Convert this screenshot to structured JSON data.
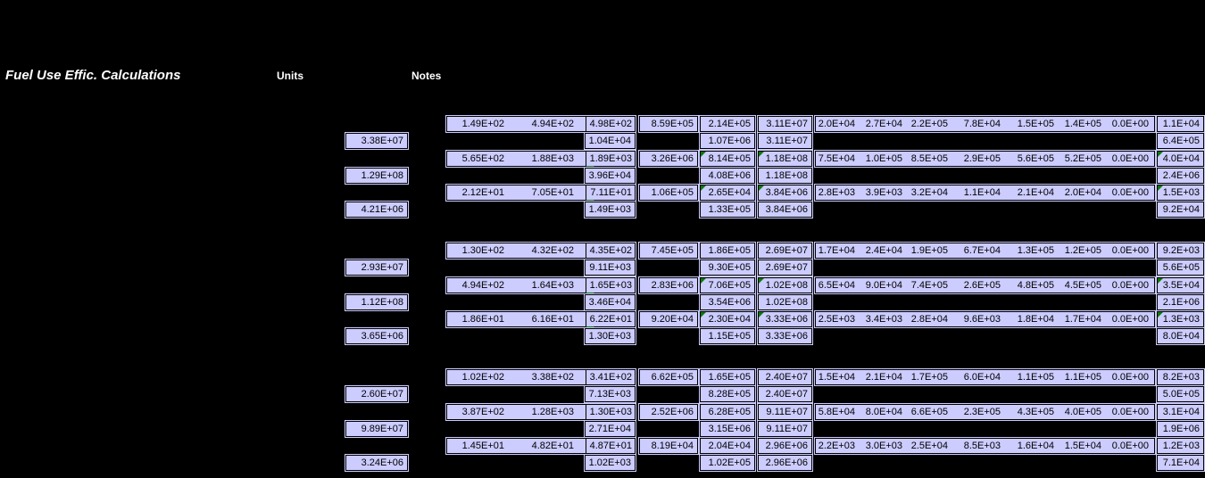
{
  "header": {
    "title": "Fuel Use Effic. Calculations",
    "units_label": "Units",
    "notes_label": "Notes"
  },
  "colors": {
    "background": "#000000",
    "cell_fill": "#ccccff",
    "cell_text": "#000000",
    "error_triangle": "#0a7a0a"
  },
  "groups": [
    {
      "rows": [
        {
          "kind": "full",
          "c": "1.49E+02",
          "d": "4.94E+02",
          "e": "4.98E+02",
          "f": "8.59E+05",
          "g": "2.14E+05",
          "h": "3.11E+07",
          "spread": [
            "2.0E+04",
            "2.7E+04",
            "2.2E+05",
            "7.8E+04",
            "1.5E+05",
            "1.4E+05",
            "0.0E+00"
          ],
          "p": "1.1E+04",
          "flags": []
        },
        {
          "kind": "partial",
          "b": "3.38E+07",
          "e": "1.04E+04",
          "g": "1.07E+06",
          "h": "3.11E+07",
          "p": "6.4E+05"
        },
        {
          "kind": "full",
          "c": "5.65E+02",
          "d": "1.88E+03",
          "e": "1.89E+03",
          "f": "3.26E+06",
          "g": "8.14E+05",
          "h": "1.18E+08",
          "spread": [
            "7.5E+04",
            "1.0E+05",
            "8.5E+05",
            "2.9E+05",
            "5.6E+05",
            "5.2E+05",
            "0.0E+00"
          ],
          "p": "4.0E+04",
          "flags": [
            "e",
            "g",
            "h",
            "p"
          ]
        },
        {
          "kind": "partial",
          "b": "1.29E+08",
          "e": "3.96E+04",
          "g": "4.08E+06",
          "h": "1.18E+08",
          "p": "2.4E+06"
        },
        {
          "kind": "full",
          "c": "2.12E+01",
          "d": "7.05E+01",
          "e": "7.11E+01",
          "f": "1.06E+05",
          "g": "2.65E+04",
          "h": "3.84E+06",
          "spread": [
            "2.8E+03",
            "3.9E+03",
            "3.2E+04",
            "1.1E+04",
            "2.1E+04",
            "2.0E+04",
            "0.0E+00"
          ],
          "p": "1.5E+03",
          "flags": [
            "e",
            "g",
            "h",
            "p"
          ]
        },
        {
          "kind": "partial",
          "b": "4.21E+06",
          "e": "1.49E+03",
          "g": "1.33E+05",
          "h": "3.84E+06",
          "p": "9.2E+04"
        }
      ]
    },
    {
      "rows": [
        {
          "kind": "full",
          "c": "1.30E+02",
          "d": "4.32E+02",
          "e": "4.35E+02",
          "f": "7.45E+05",
          "g": "1.86E+05",
          "h": "2.69E+07",
          "spread": [
            "1.7E+04",
            "2.4E+04",
            "1.9E+05",
            "6.7E+04",
            "1.3E+05",
            "1.2E+05",
            "0.0E+00"
          ],
          "p": "9.2E+03",
          "flags": []
        },
        {
          "kind": "partial",
          "b": "2.93E+07",
          "e": "9.11E+03",
          "g": "9.30E+05",
          "h": "2.69E+07",
          "p": "5.6E+05"
        },
        {
          "kind": "full",
          "c": "4.94E+02",
          "d": "1.64E+03",
          "e": "1.65E+03",
          "f": "2.83E+06",
          "g": "7.06E+05",
          "h": "1.02E+08",
          "spread": [
            "6.5E+04",
            "9.0E+04",
            "7.4E+05",
            "2.6E+05",
            "4.8E+05",
            "4.5E+05",
            "0.0E+00"
          ],
          "p": "3.5E+04",
          "flags": [
            "e",
            "g",
            "h",
            "p"
          ]
        },
        {
          "kind": "partial",
          "b": "1.12E+08",
          "e": "3.46E+04",
          "g": "3.54E+06",
          "h": "1.02E+08",
          "p": "2.1E+06"
        },
        {
          "kind": "full",
          "c": "1.86E+01",
          "d": "6.16E+01",
          "e": "6.22E+01",
          "f": "9.20E+04",
          "g": "2.30E+04",
          "h": "3.33E+06",
          "spread": [
            "2.5E+03",
            "3.4E+03",
            "2.8E+04",
            "9.6E+03",
            "1.8E+04",
            "1.7E+04",
            "0.0E+00"
          ],
          "p": "1.3E+03",
          "flags": [
            "e",
            "g",
            "h",
            "p"
          ]
        },
        {
          "kind": "partial",
          "b": "3.65E+06",
          "e": "1.30E+03",
          "g": "1.15E+05",
          "h": "3.33E+06",
          "p": "8.0E+04"
        }
      ]
    },
    {
      "rows": [
        {
          "kind": "full",
          "c": "1.02E+02",
          "d": "3.38E+02",
          "e": "3.41E+02",
          "f": "6.62E+05",
          "g": "1.65E+05",
          "h": "2.40E+07",
          "spread": [
            "1.5E+04",
            "2.1E+04",
            "1.7E+05",
            "6.0E+04",
            "1.1E+05",
            "1.1E+05",
            "0.0E+00"
          ],
          "p": "8.2E+03",
          "flags": []
        },
        {
          "kind": "partial",
          "b": "2.60E+07",
          "e": "7.13E+03",
          "g": "8.28E+05",
          "h": "2.40E+07",
          "p": "5.0E+05"
        },
        {
          "kind": "full",
          "c": "3.87E+02",
          "d": "1.28E+03",
          "e": "1.30E+03",
          "f": "2.52E+06",
          "g": "6.28E+05",
          "h": "9.11E+07",
          "spread": [
            "5.8E+04",
            "8.0E+04",
            "6.6E+05",
            "2.3E+05",
            "4.3E+05",
            "4.0E+05",
            "0.0E+00"
          ],
          "p": "3.1E+04",
          "flags": []
        },
        {
          "kind": "partial",
          "b": "9.89E+07",
          "e": "2.71E+04",
          "g": "3.15E+06",
          "h": "9.11E+07",
          "p": "1.9E+06"
        },
        {
          "kind": "full",
          "c": "1.45E+01",
          "d": "4.82E+01",
          "e": "4.87E+01",
          "f": "8.19E+04",
          "g": "2.04E+04",
          "h": "2.96E+06",
          "spread": [
            "2.2E+03",
            "3.0E+03",
            "2.5E+04",
            "8.5E+03",
            "1.6E+04",
            "1.5E+04",
            "0.0E+00"
          ],
          "p": "1.2E+03",
          "flags": []
        },
        {
          "kind": "partial",
          "b": "3.24E+06",
          "e": "1.02E+03",
          "g": "1.02E+05",
          "h": "2.96E+06",
          "p": "7.1E+04"
        }
      ]
    }
  ]
}
